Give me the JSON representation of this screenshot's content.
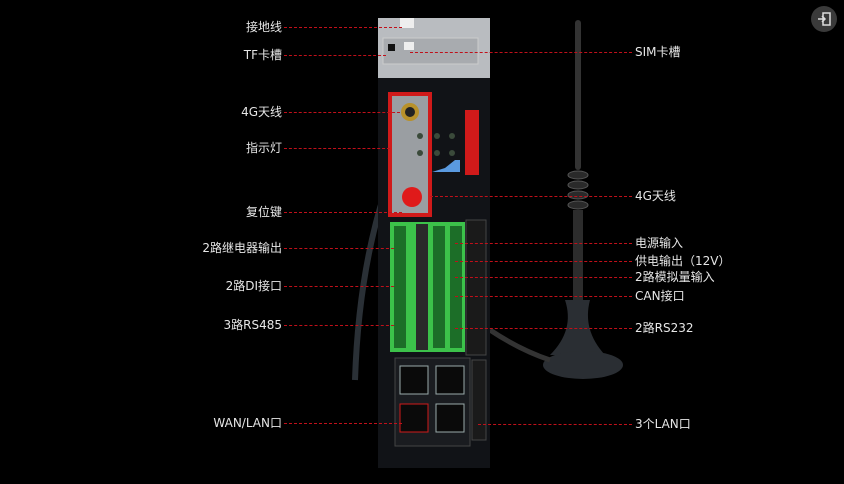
{
  "left_labels": [
    "接地线",
    "TF卡槽",
    "4G天线",
    "指示灯",
    "复位键",
    "2路继电器输出",
    "2路DI接口",
    "3路RS485",
    "WAN/LAN口"
  ],
  "right_labels": [
    "SIM卡槽",
    "4G天线",
    "电源输入",
    "供电输出（12V）",
    "2路模拟量输入",
    "CAN接口",
    "2路RS232",
    "3个LAN口"
  ],
  "colors": {
    "leader_line": "#c0101a",
    "terminal": "#3cc24a",
    "panel": "#d01a1a"
  },
  "icons": {
    "top_right": "exit-icon"
  }
}
